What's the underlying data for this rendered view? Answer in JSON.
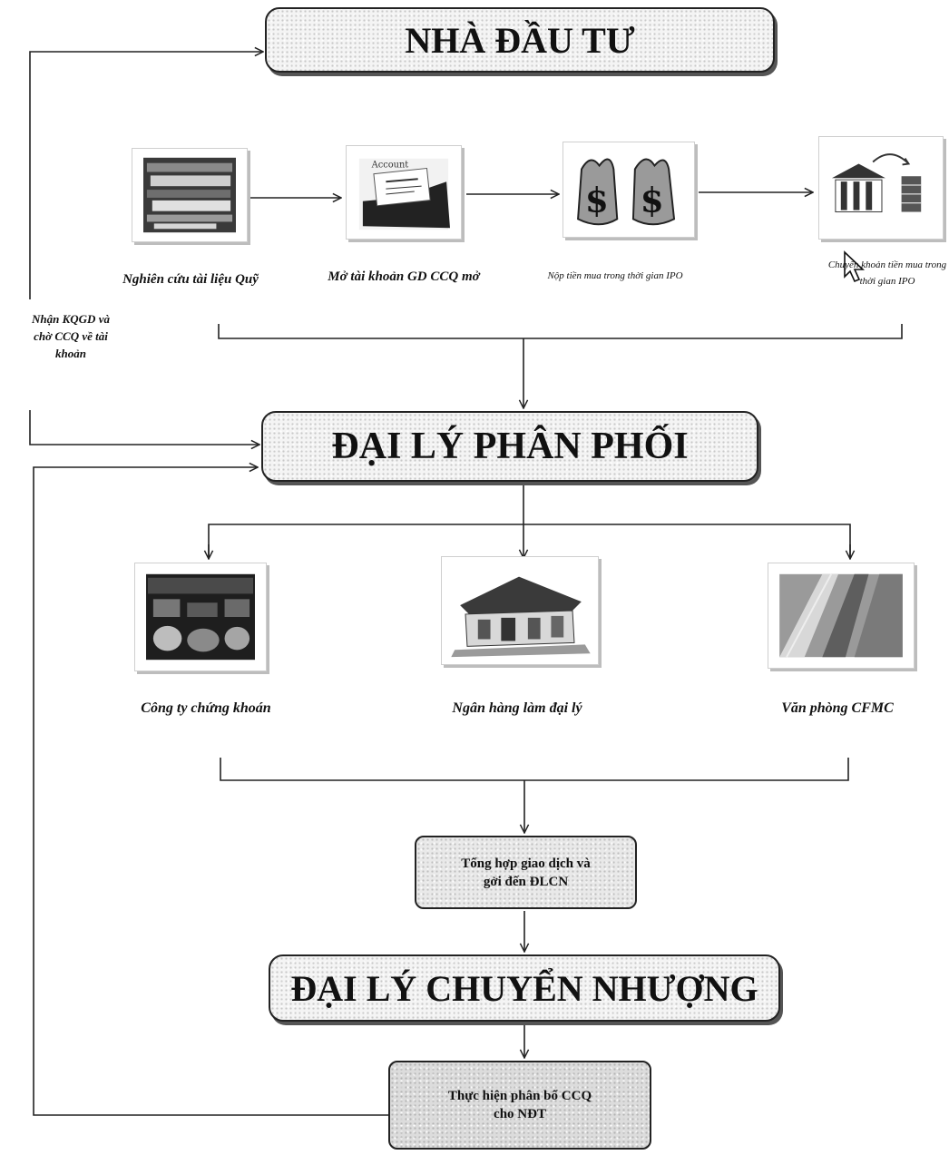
{
  "boxes": {
    "investor": "NHÀ ĐẦU TƯ",
    "distributor": "ĐẠI LÝ PHÂN PHỐI",
    "summary": "Tổng hợp giao dịch và gởi đến ĐLCN",
    "transfer_agent": "ĐẠI LÝ CHUYỂN NHƯỢNG",
    "allocation": "Thực hiện phân bổ CCQ cho NĐT"
  },
  "investor_steps": [
    {
      "caption": "Nghiên cứu tài liệu Quỹ",
      "icon": "documents-icon"
    },
    {
      "caption": "Mở tài khoản GD CCQ mở",
      "icon": "account-form-icon"
    },
    {
      "caption": "Nộp tiền mua trong thời gian IPO",
      "icon": "money-bags-icon"
    },
    {
      "caption": "Chuyển khoản tiền mua trong thời gian IPO",
      "icon": "bank-transfer-icon"
    }
  ],
  "side_note": "Nhận KQGD và chờ CCQ về tài khoản",
  "distribution_channels": [
    {
      "caption": "Công ty chứng khoán",
      "icon": "trading-floor-icon"
    },
    {
      "caption": "Ngân hàng làm đại lý",
      "icon": "bank-building-icon"
    },
    {
      "caption": "Văn phòng CFMC",
      "icon": "office-building-icon"
    }
  ]
}
